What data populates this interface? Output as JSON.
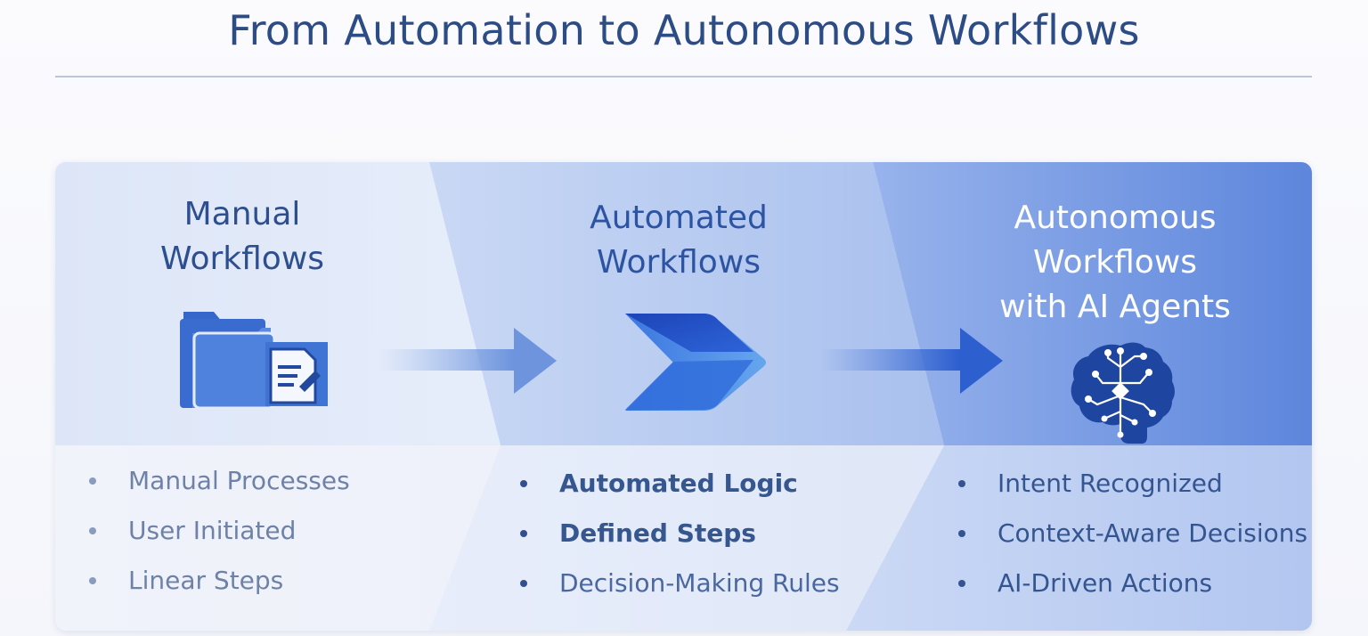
{
  "title": "From Automation to Autonomous Workflows",
  "colors": {
    "title": "#2c4c86",
    "stage1_bg": "#e4ebf9",
    "stage2_bg": "#c9d7f3",
    "stage3_bg": "#8aa7e6",
    "accent": "#2f62cf"
  },
  "stages": [
    {
      "title_lines": [
        "Manual",
        "Workflows"
      ],
      "icon": "folder-document-icon",
      "bullets": [
        "Manual Processes",
        "User Initiated",
        "Linear Steps"
      ]
    },
    {
      "title_lines": [
        "Automated",
        "Workflows"
      ],
      "icon": "chevron-automate-icon",
      "bullets": [
        "Automated Logic",
        "Defined Steps",
        "Decision-Making Rules"
      ]
    },
    {
      "title_lines": [
        "Autonomous",
        "Workflows",
        "with AI Agents"
      ],
      "icon": "ai-brain-icon",
      "bullets": [
        "Intent Recognized",
        "Context-Aware Decisions",
        "AI-Driven Actions"
      ]
    }
  ],
  "connectors": [
    "right-arrow-icon",
    "right-arrow-icon"
  ]
}
